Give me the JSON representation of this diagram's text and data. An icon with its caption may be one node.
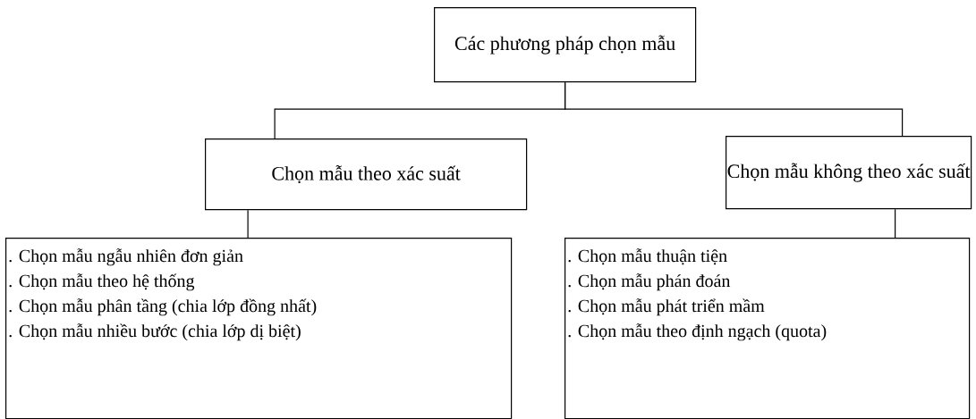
{
  "diagram": {
    "nodes": [
      {
        "text": [
          "Các phương pháp chọn mẫu"
        ]
      },
      {
        "text": [
          "Chọn mẫu theo xác suất"
        ]
      },
      {
        "text": [
          "Chọn mẫu không theo xác suất"
        ]
      },
      {
        "text": [
          ". Chọn mẫu ngẫu nhiên đơn giản",
          ". Chọn mẫu theo hệ thống",
          ". Chọn mẫu phân tầng (chia lớp đồng nhất)",
          ". Chọn mẫu nhiều bước (chia lớp dị biệt)"
        ]
      },
      {
        "text": [
          ". Chọn mẫu thuận tiện",
          ". Chọn mẫu phán đoán",
          ". Chọn mẫu phát triển mầm",
          ". Chọn mẫu theo định ngạch (quota)"
        ]
      }
    ],
    "edges": [
      {
        "from": 0,
        "to": 1,
        "arrow": "none"
      },
      {
        "from": 0,
        "to": 2,
        "arrow": "none"
      },
      {
        "from": 1,
        "to": 3,
        "arrow": "none"
      },
      {
        "from": 2,
        "to": 4,
        "arrow": "none"
      }
    ]
  }
}
